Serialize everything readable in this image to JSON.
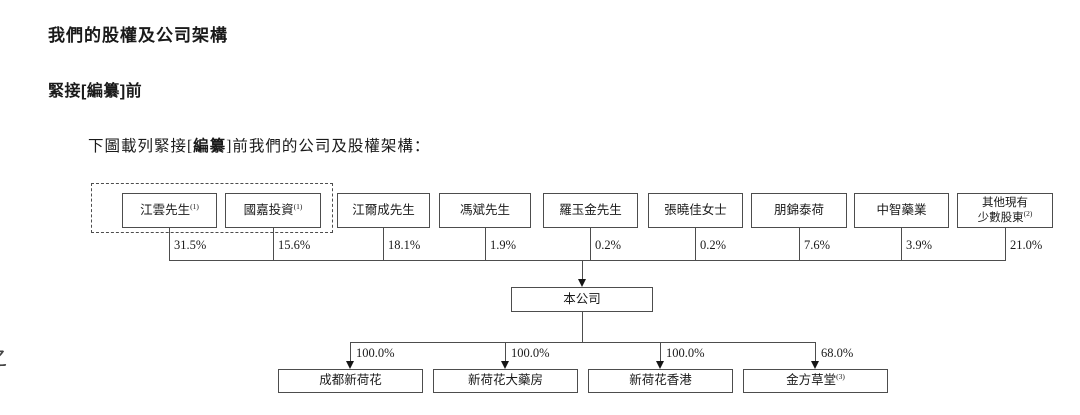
{
  "document": {
    "heading": "我們的股權及公司架構",
    "subheading": "緊接[編纂]前",
    "intro_pre": "下圖載列緊接[",
    "intro_bold": "編纂",
    "intro_post": "]前我們的公司及股權架構：",
    "edge_glyph": "之"
  },
  "diagram": {
    "type": "shareholding-structure",
    "company": "本公司",
    "shareholders": [
      {
        "name": "江雲先生",
        "note": "(1)",
        "pct": "31.5%"
      },
      {
        "name": "國嘉投資",
        "note": "(1)",
        "pct": "15.6%"
      },
      {
        "name": "江爾成先生",
        "note": "",
        "pct": "18.1%"
      },
      {
        "name": "馮斌先生",
        "note": "",
        "pct": "1.9%"
      },
      {
        "name": "羅玉金先生",
        "note": "",
        "pct": "0.2%"
      },
      {
        "name": "張曉佳女士",
        "note": "",
        "pct": "0.2%"
      },
      {
        "name": "朋錦泰荷",
        "note": "",
        "pct": "7.6%"
      },
      {
        "name": "中智藥業",
        "note": "",
        "pct": "3.9%"
      },
      {
        "name": "其他現有\n少數股東",
        "note": "(2)",
        "pct": "21.0%"
      }
    ],
    "subsidiaries": [
      {
        "name": "成都新荷花",
        "note": "",
        "pct": "100.0%"
      },
      {
        "name": "新荷花大藥房",
        "note": "",
        "pct": "100.0%"
      },
      {
        "name": "新荷花香港",
        "note": "",
        "pct": "100.0%"
      },
      {
        "name": "金方草堂",
        "note": "(3)",
        "pct": "68.0%"
      }
    ]
  }
}
